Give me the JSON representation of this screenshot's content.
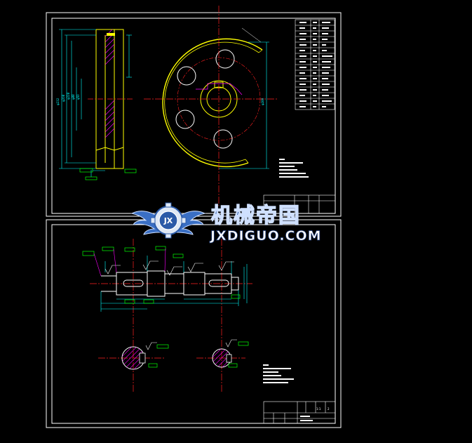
{
  "watermark": {
    "title_cn": "机械帝国",
    "title_en": "JXDIGUO.COM",
    "badge": "JX"
  },
  "colors": {
    "background": "#000000",
    "border": "#ffffff",
    "geometry": "#ffff00",
    "dimension": "#00ffff",
    "centerline": "#ff2020",
    "annotation": "#00ff00",
    "hatch": "#ff00ff",
    "logo_blue": "#2b5aa8"
  },
  "gear_sheet": {
    "dims_left": [
      "φ232",
      "φ208",
      "φ228",
      "φ88",
      "φ50"
    ],
    "dim_right": "φ280",
    "param_table_rows": [
      [
        "",
        "",
        ""
      ],
      [
        "",
        "",
        ""
      ],
      [
        "",
        "",
        ""
      ],
      [
        "",
        "",
        ""
      ],
      [
        "",
        "",
        ""
      ],
      [
        "",
        "",
        ""
      ],
      [
        "",
        "",
        ""
      ],
      [
        "",
        "",
        ""
      ],
      [
        "",
        "",
        ""
      ],
      [
        "",
        "",
        ""
      ],
      [
        "",
        "",
        ""
      ],
      [
        "",
        "",
        ""
      ],
      [
        "",
        "",
        ""
      ],
      [
        "",
        "",
        ""
      ],
      [
        "",
        "",
        ""
      ],
      [
        "",
        "",
        ""
      ]
    ]
  },
  "shaft_sheet": {
    "title_block": {
      "scale": "1:1",
      "sheet": "2"
    }
  }
}
